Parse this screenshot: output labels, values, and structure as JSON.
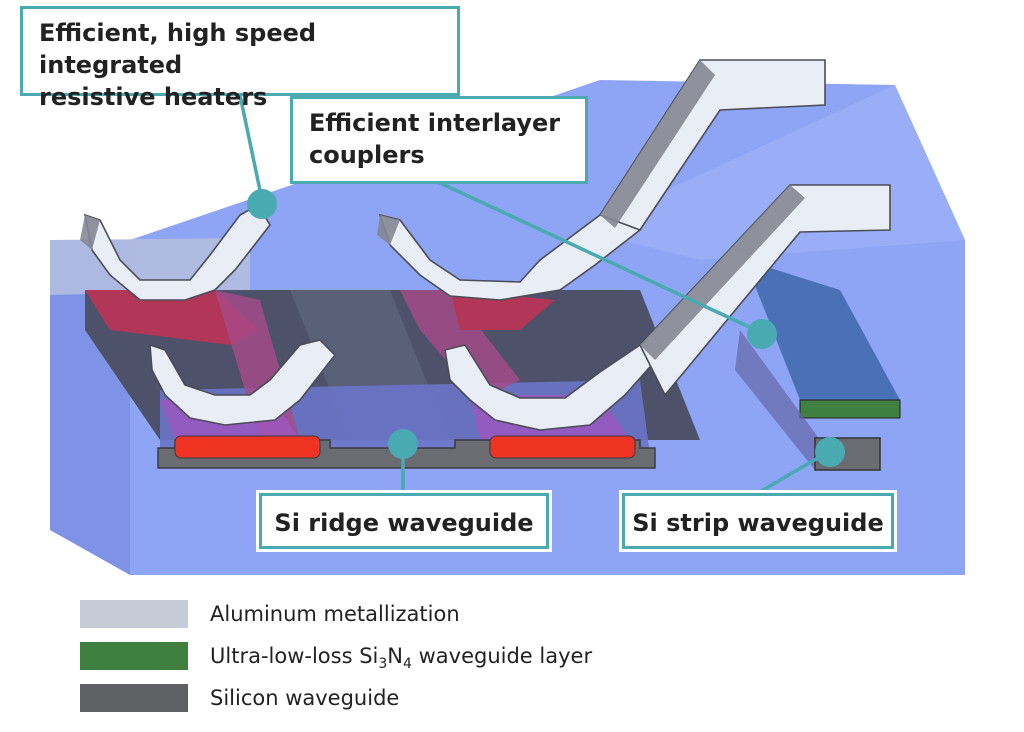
{
  "callouts": {
    "heaters": [
      "Efficient, high speed integrated",
      "resistive heaters"
    ],
    "couplers": [
      "Efficient interlayer",
      "couplers"
    ],
    "ridge": "Si ridge waveguide",
    "strip": "Si strip waveguide"
  },
  "legend": [
    {
      "label": "Aluminum metallization",
      "color": "#c5ccd8"
    },
    {
      "prefix": "Ultra-low-loss Si",
      "sub1": "3",
      "mid": "N",
      "sub2": "4",
      "suffix": " waveguide layer",
      "color": "#3f7f3f"
    },
    {
      "label": "Silicon waveguide",
      "color": "#5f6064"
    }
  ],
  "colors": {
    "accent": "#49aab2",
    "cladding": "#8ea4f4",
    "heater": "#ee3322",
    "metal": "#e8ecf4",
    "silicon": "#6b6c72",
    "nitride": "#3f7f3f"
  }
}
